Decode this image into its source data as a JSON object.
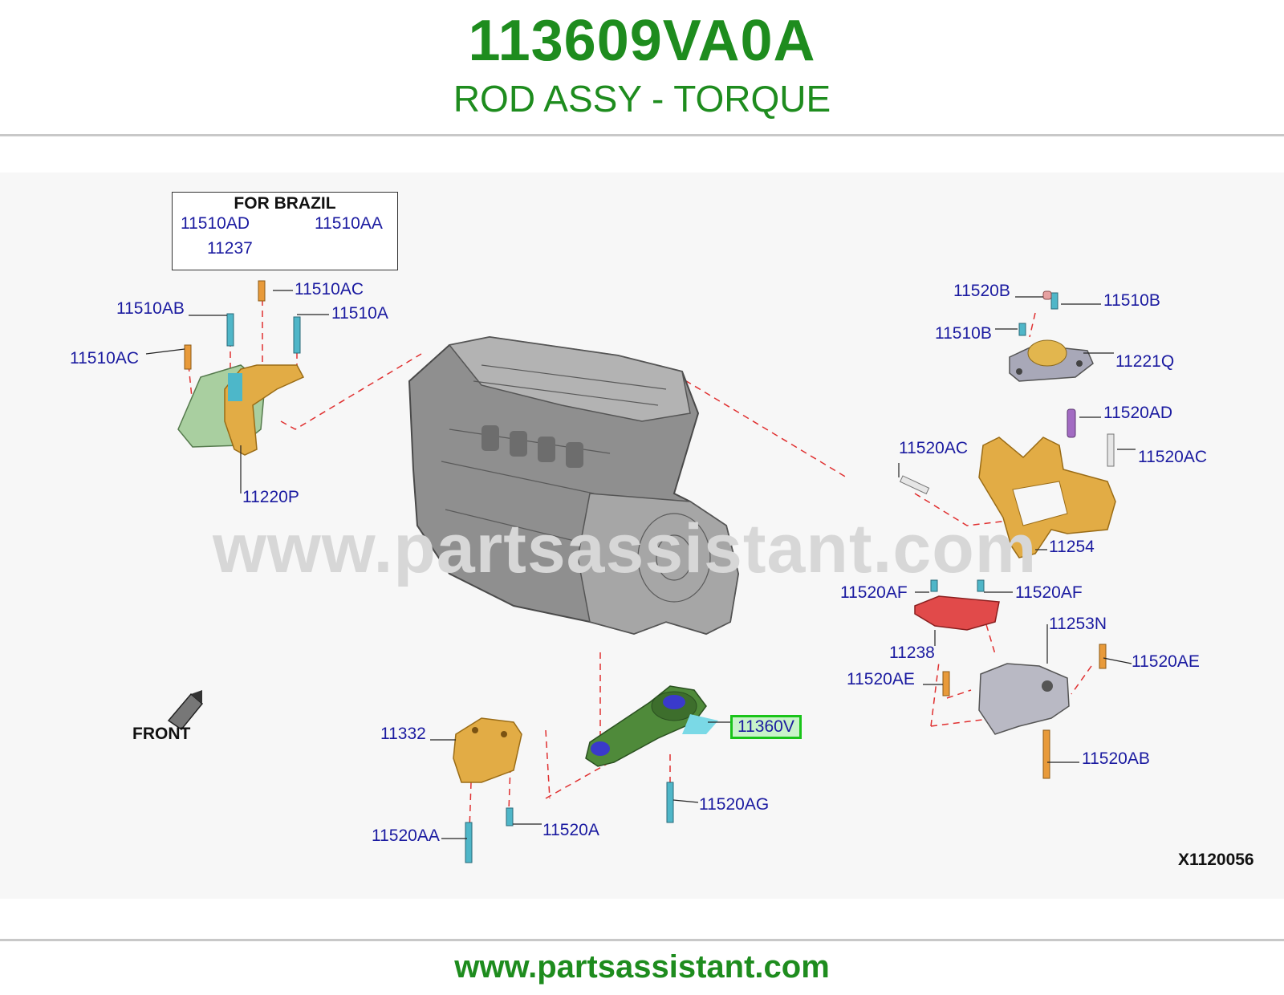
{
  "header": {
    "part_number": "113609VA0A",
    "part_name": "ROD ASSY - TORQUE"
  },
  "diagram": {
    "inset_title": "FOR BRAZIL",
    "watermark": "www.partsassistant.com",
    "front_label": "FRONT",
    "illustration_code": "X1120056",
    "highlighted_part": "11360V",
    "labels": {
      "brazil_11510AD": "11510AD",
      "brazil_11510AA": "11510AA",
      "brazil_11237": "11237",
      "l_11510AC_top": "11510AC",
      "l_11510AB": "11510AB",
      "l_11510A": "11510A",
      "l_11510AC_left": "11510AC",
      "l_11220P": "11220P",
      "r_11520B": "11520B",
      "r_11510B_top": "11510B",
      "r_11510B_left": "11510B",
      "r_11221Q": "11221Q",
      "r_11520AD": "11520AD",
      "r_11520AC_left": "11520AC",
      "r_11520AC_right": "11520AC",
      "r_11254": "11254",
      "r_11520AF_left": "11520AF",
      "r_11520AF_right": "11520AF",
      "r_11253N": "11253N",
      "r_11238": "11238",
      "r_11520AE_right": "11520AE",
      "r_11520AE_left": "11520AE",
      "r_11520AB": "11520AB",
      "b_11332": "11332",
      "b_11360V": "11360V",
      "b_11520AG": "11520AG",
      "b_11520AA": "11520AA",
      "b_11520A": "11520A"
    }
  },
  "footer": {
    "url": "www.partsassistant.com"
  },
  "colors": {
    "brand_green": "#1e8c1e",
    "label_blue": "#1a1aa0",
    "highlight_border": "#19c419",
    "leader_red": "#e03030"
  }
}
